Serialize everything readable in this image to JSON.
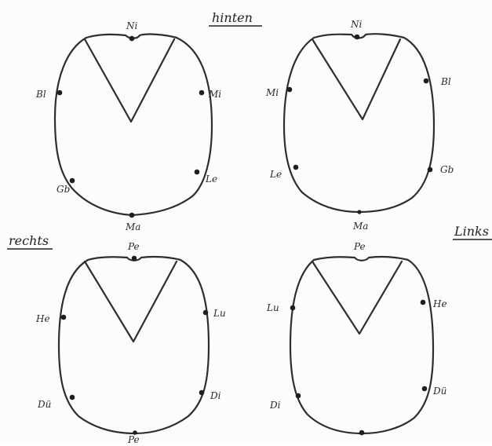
{
  "headers": {
    "hinten": "hinten",
    "rechts": "rechts",
    "links": "Links"
  },
  "diagrams": {
    "top_left": {
      "labels": {
        "top": "Ni",
        "left": "Bl",
        "right": "Mi",
        "lower_left": "Gb",
        "lower_right": "Le",
        "bottom": "Ma"
      }
    },
    "top_right": {
      "labels": {
        "top": "Ni",
        "left": "Mi",
        "right": "Bl",
        "lower_left": "Le",
        "lower_right": "Gb",
        "bottom": "Ma"
      }
    },
    "bottom_left": {
      "labels": {
        "top": "Pe",
        "left": "He",
        "right": "Lu",
        "lower_left": "Dü",
        "lower_right": "Di",
        "bottom": "Pe"
      }
    },
    "bottom_right": {
      "labels": {
        "top": "Pe",
        "left": "Lu",
        "right": "He",
        "lower_left": "Di",
        "lower_right": "Dü"
      }
    }
  },
  "colors": {
    "ink": "#2e2e2e",
    "paper": "#fcfcfb"
  }
}
